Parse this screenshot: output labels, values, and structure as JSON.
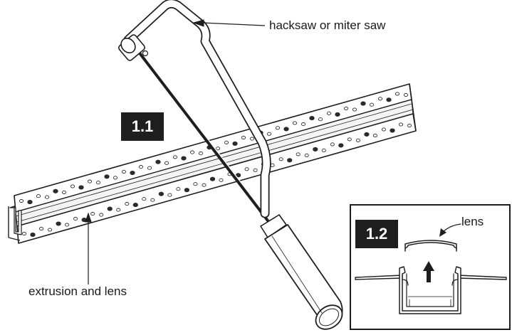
{
  "steps": {
    "main_label": "1.1",
    "inset_label": "1.2"
  },
  "callouts": {
    "saw": "hacksaw or miter saw",
    "extrusion": "extrusion and lens",
    "lens": "lens"
  },
  "icons": {
    "direction": "arrow-up-icon"
  },
  "colors": {
    "ink": "#1e1e1e",
    "paper": "#ffffff",
    "hole": "#2a2a2a"
  }
}
